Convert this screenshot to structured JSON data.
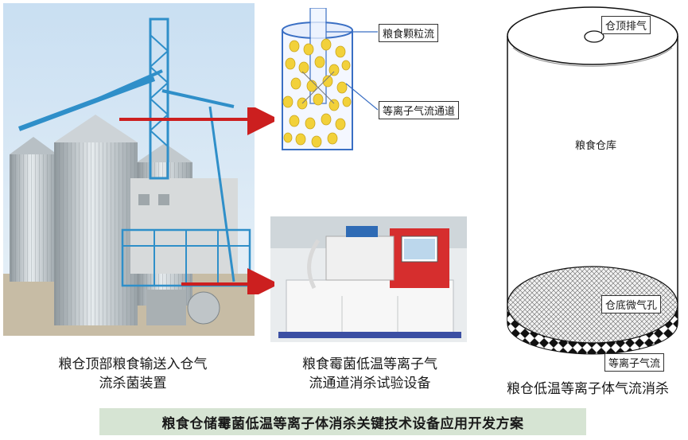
{
  "labels": {
    "grain_particle_flow": "粮食颗粒流",
    "plasma_channel": "等离子气流通道",
    "top_exhaust": "仓顶排气",
    "grain_bin": "粮食仓库",
    "bottom_vent": "仓底微气孔",
    "plasma_flow": "等离子气流"
  },
  "captions": {
    "left_line1": "粮仓顶部粮食输送入仓气",
    "left_line2": "流杀菌装置",
    "middle_line1": "粮食霉菌低温等离子气",
    "middle_line2": "流通道消杀试验设备",
    "right": "粮仓低温等离子体气流消杀"
  },
  "title": "粮食仓储霉菌低温等离子体消杀关键技术设备应用开发方案",
  "colors": {
    "arrow": "#cc1f1f",
    "title_bg": "#d6e4d3",
    "grain": "#f2d13a",
    "cylinder": "#3a6fc4"
  }
}
